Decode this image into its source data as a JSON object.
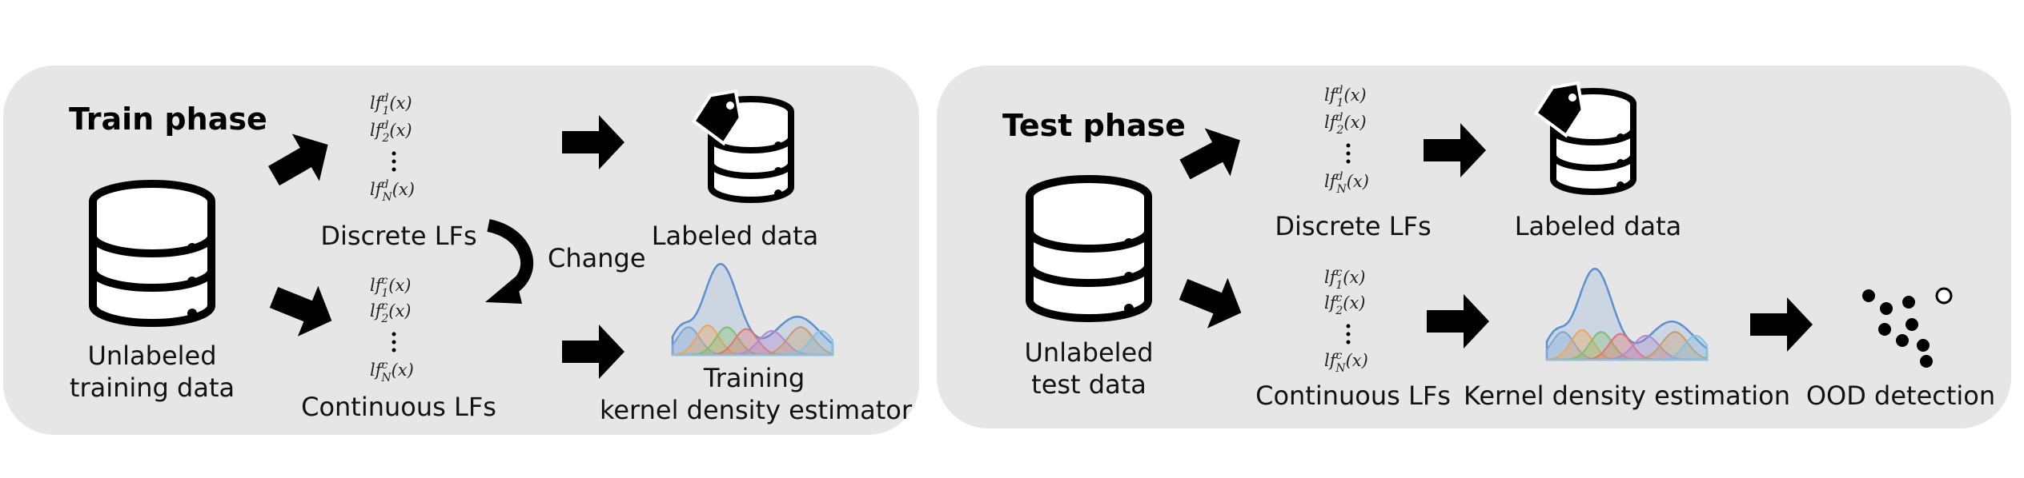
{
  "train": {
    "title": "Train phase",
    "db_label_1": "Unlabeled",
    "db_label_2": "training data",
    "discrete_label": "Discrete LFs",
    "continuous_label": "Continuous LFs",
    "change_label": "Change",
    "labeled_label": "Labeled data",
    "kde_label_1": "Training",
    "kde_label_2": "kernel density estimator",
    "discrete_lfs": {
      "lf1": {
        "base": "lf",
        "sup": "d",
        "sub": "1",
        "arg": "(x)"
      },
      "lf2": {
        "base": "lf",
        "sup": "d",
        "sub": "2",
        "arg": "(x)"
      },
      "lfN": {
        "base": "lf",
        "sup": "d",
        "sub": "N",
        "arg": "(x)"
      }
    },
    "continuous_lfs": {
      "lf1": {
        "base": "lf",
        "sup": "c",
        "sub": "1",
        "arg": "(x)"
      },
      "lf2": {
        "base": "lf",
        "sup": "c",
        "sub": "2",
        "arg": "(x)"
      },
      "lfN": {
        "base": "lf",
        "sup": "c",
        "sub": "N",
        "arg": "(x)"
      }
    }
  },
  "test": {
    "title": "Test phase",
    "db_label_1": "Unlabeled",
    "db_label_2": "test data",
    "discrete_label": "Discrete LFs",
    "continuous_label": "Continuous LFs",
    "labeled_label": "Labeled data",
    "kde_label": "Kernel density estimation",
    "ood_label": "OOD detection",
    "discrete_lfs": {
      "lf1": {
        "base": "lf",
        "sup": "d",
        "sub": "1",
        "arg": "(x)"
      },
      "lf2": {
        "base": "lf",
        "sup": "d",
        "sub": "2",
        "arg": "(x)"
      },
      "lfN": {
        "base": "lf",
        "sup": "d",
        "sub": "N",
        "arg": "(x)"
      }
    },
    "continuous_lfs": {
      "lf1": {
        "base": "lf",
        "sup": "c",
        "sub": "1",
        "arg": "(x)"
      },
      "lf2": {
        "base": "lf",
        "sup": "c",
        "sub": "2",
        "arg": "(x)"
      },
      "lfN": {
        "base": "lf",
        "sup": "c",
        "sub": "N",
        "arg": "(x)"
      }
    }
  },
  "colors": {
    "panel_bg": "#e6e6e6",
    "kde_curves": [
      "#7aa6d8",
      "#f0a35a",
      "#7fbf6a",
      "#e57373",
      "#b08ad0",
      "#c79a6b",
      "#88c0e0"
    ],
    "kde_envelope": "#5b8fd0"
  }
}
